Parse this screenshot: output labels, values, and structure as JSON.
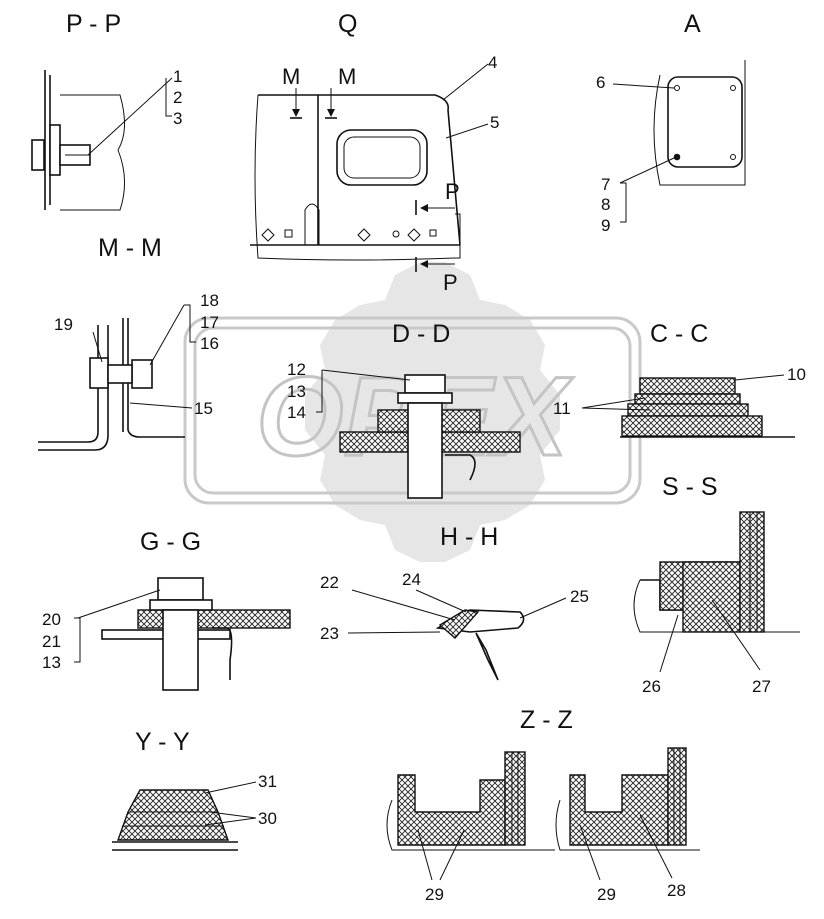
{
  "watermark": {
    "text": "OPEX"
  },
  "views": {
    "pp": {
      "title": "P - P",
      "callouts": [
        "1",
        "2",
        "3"
      ]
    },
    "q": {
      "title": "Q",
      "cut_m": "M",
      "cut_p": "P",
      "callouts": [
        "4",
        "5"
      ]
    },
    "a": {
      "title": "A",
      "callouts": [
        "6",
        "7",
        "8",
        "9"
      ]
    },
    "mm": {
      "title": "M - M",
      "callouts": [
        "18",
        "17",
        "16",
        "19",
        "15"
      ]
    },
    "dd": {
      "title": "D - D",
      "callouts": [
        "12",
        "13",
        "14"
      ]
    },
    "cc": {
      "title": "C - C",
      "callouts": [
        "10",
        "11"
      ]
    },
    "ss": {
      "title": "S - S",
      "callouts": [
        "26",
        "27"
      ]
    },
    "gg": {
      "title": "G - G",
      "callouts": [
        "20",
        "21",
        "13"
      ]
    },
    "hh": {
      "title": "H - H",
      "callouts": [
        "22",
        "24",
        "25",
        "23"
      ]
    },
    "yy": {
      "title": "Y - Y",
      "callouts": [
        "31",
        "30"
      ]
    },
    "zz": {
      "title": "Z - Z",
      "callouts": [
        "29",
        "29",
        "28"
      ]
    }
  }
}
